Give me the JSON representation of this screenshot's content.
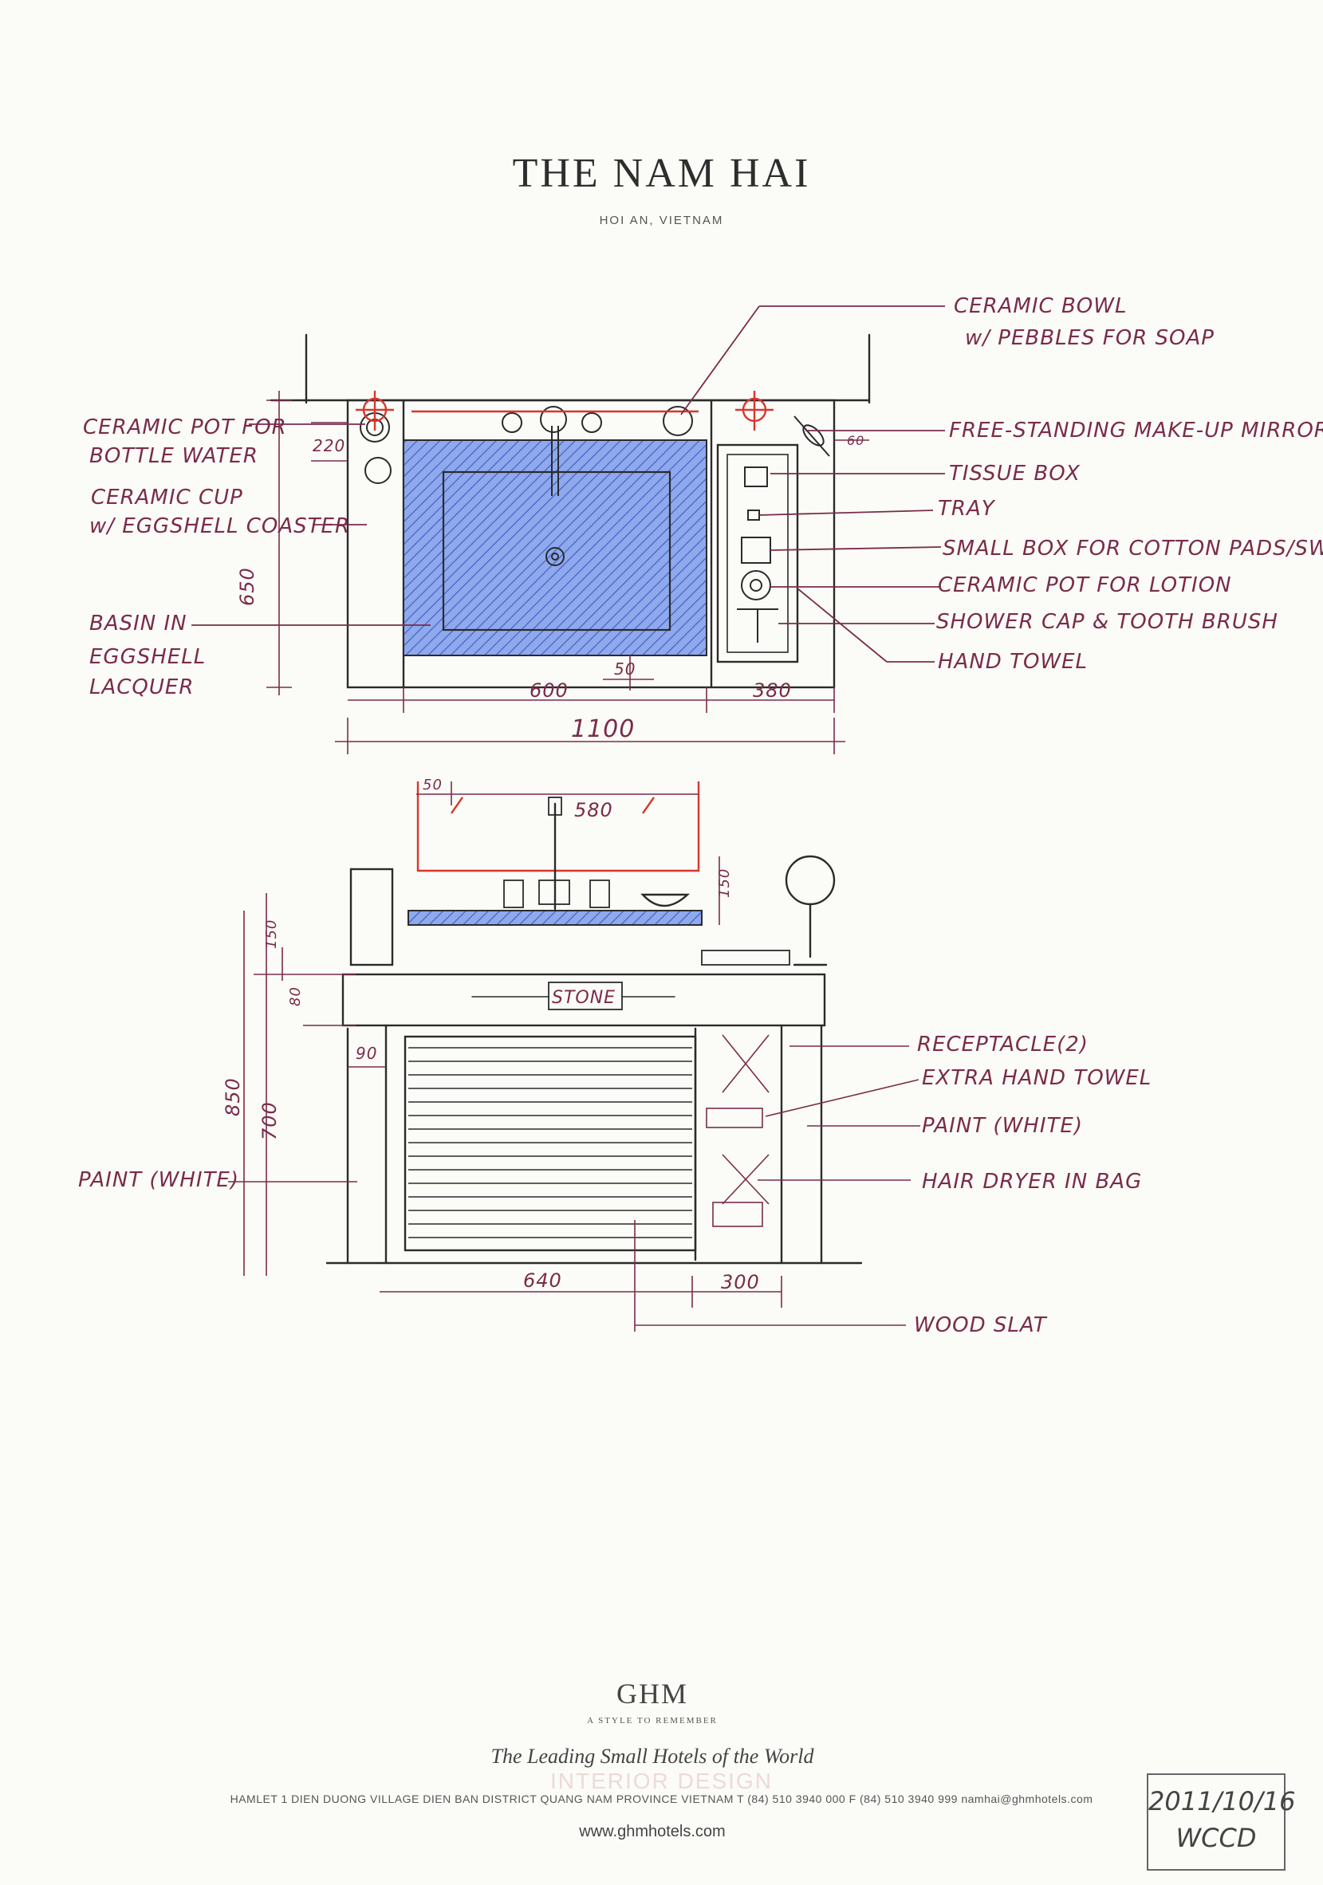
{
  "header": {
    "title": "THE NAM HAI",
    "subtitle": "HOI AN, VIETNAM"
  },
  "plan": {
    "labels": {
      "bowl_1": "CERAMIC BOWL",
      "bowl_2": "w/ PEBBLES FOR SOAP",
      "pot_1": "CERAMIC POT FOR",
      "pot_2": "BOTTLE WATER",
      "cup_1": "CERAMIC CUP",
      "cup_2": "w/ EGGSHELL COASTER",
      "basin_1": "BASIN IN",
      "basin_2": "EGGSHELL",
      "basin_3": "LACQUER",
      "mirror": "FREE-STANDING MAKE-UP MIRROR",
      "tissue": "TISSUE BOX",
      "tray": "TRAY",
      "cotton": "SMALL BOX FOR COTTON PADS/SWABS",
      "lotion": "CERAMIC POT FOR LOTION",
      "shower": "SHOWER CAP & TOOTH BRUSH",
      "towel": "HAND TOWEL"
    },
    "dims": {
      "d220": "220",
      "d650": "650",
      "d600": "600",
      "d50": "50",
      "d380": "380",
      "d1100": "1100",
      "d60": "60"
    }
  },
  "elevation": {
    "labels": {
      "stone": "STONE",
      "receptacle": "RECEPTACLE(2)",
      "extra_towel": "EXTRA HAND TOWEL",
      "paint_right": "PAINT (WHITE)",
      "paint_left": "PAINT (WHITE)",
      "hair": "HAIR DRYER IN BAG",
      "slat": "WOOD SLAT"
    },
    "dims": {
      "d50": "50",
      "d580": "580",
      "d150a": "150",
      "d150b": "150",
      "d80": "80",
      "d90": "90",
      "d850": "850",
      "d700": "700",
      "d640": "640",
      "d300": "300"
    }
  },
  "footer": {
    "brand": "GHM",
    "tagline": "A STYLE TO REMEMBER",
    "member": "The Leading Small Hotels of the World",
    "address": "HAMLET 1   DIEN DUONG VILLAGE   DIEN BAN DISTRICT   QUANG NAM PROVINCE   VIETNAM   T (84) 510 3940 000   F (84) 510 3940 999   namhai@ghmhotels.com",
    "website": "www.ghmhotels.com",
    "watermark": "INTERIOR DESIGN"
  },
  "stamp": {
    "date": "2011/10/16",
    "initials": "WCCD"
  },
  "colors": {
    "ink": "#7a2c4a",
    "line": "#2b2b2b",
    "red": "#d8372c",
    "basin": "#6f8fe0"
  }
}
